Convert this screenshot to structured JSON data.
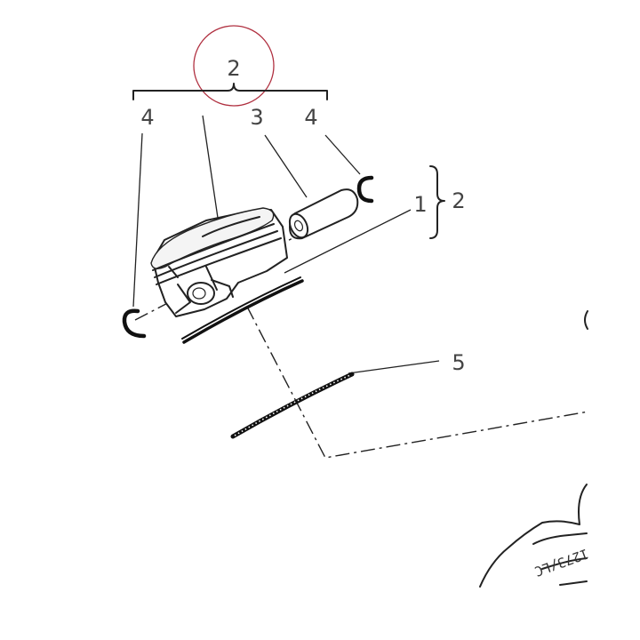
{
  "callouts": {
    "group_top": "2",
    "clip_left": "4",
    "piston_pin": "3",
    "clip_right": "4",
    "ring_set": "1",
    "group_right": "2",
    "gasket": "5"
  },
  "engine_stamp": "1273/LC",
  "colors": {
    "line": "#222222",
    "callout_text": "#444444",
    "highlight_circle": "#b03040"
  }
}
